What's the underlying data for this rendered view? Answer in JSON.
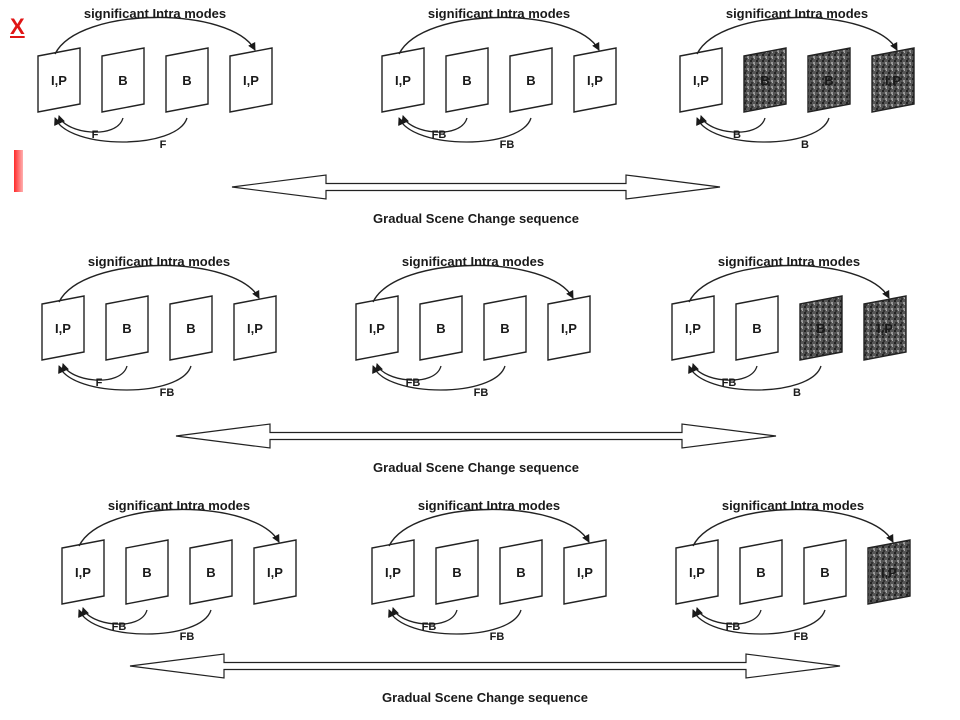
{
  "close_label": "X",
  "intra_label": "significant Intra modes",
  "sequence_label": "Gradual Scene Change sequence",
  "frame_labels": {
    "ip": "I,P",
    "b": "B"
  },
  "colors": {
    "accent": "#e01515",
    "ink": "#1a1a1a",
    "dark_frame": "#4a4a4a"
  },
  "rows": [
    {
      "groups": [
        {
          "frames": [
            "I,P",
            "B",
            "B",
            "I,P"
          ],
          "dark": [
            false,
            false,
            false,
            false
          ],
          "arcs": [
            "F",
            "F"
          ]
        },
        {
          "frames": [
            "I,P",
            "B",
            "B",
            "I,P"
          ],
          "dark": [
            false,
            false,
            false,
            false
          ],
          "arcs": [
            "FB",
            "FB"
          ]
        },
        {
          "frames": [
            "I,P",
            "B",
            "B",
            "I,P"
          ],
          "dark": [
            false,
            true,
            true,
            true
          ],
          "arcs": [
            "B",
            "B"
          ]
        }
      ]
    },
    {
      "groups": [
        {
          "frames": [
            "I,P",
            "B",
            "B",
            "I,P"
          ],
          "dark": [
            false,
            false,
            false,
            false
          ],
          "arcs": [
            "F",
            "FB"
          ]
        },
        {
          "frames": [
            "I,P",
            "B",
            "B",
            "I,P"
          ],
          "dark": [
            false,
            false,
            false,
            false
          ],
          "arcs": [
            "FB",
            "FB"
          ]
        },
        {
          "frames": [
            "I,P",
            "B",
            "B",
            "I,P"
          ],
          "dark": [
            false,
            false,
            true,
            true
          ],
          "arcs": [
            "FB",
            "B"
          ]
        }
      ]
    },
    {
      "groups": [
        {
          "frames": [
            "I,P",
            "B",
            "B",
            "I,P"
          ],
          "dark": [
            false,
            false,
            false,
            false
          ],
          "arcs": [
            "FB",
            "FB"
          ]
        },
        {
          "frames": [
            "I,P",
            "B",
            "B",
            "I,P"
          ],
          "dark": [
            false,
            false,
            false,
            false
          ],
          "arcs": [
            "FB",
            "FB"
          ]
        },
        {
          "frames": [
            "I,P",
            "B",
            "B",
            "I,P"
          ],
          "dark": [
            false,
            false,
            false,
            true
          ],
          "arcs": [
            "FB",
            "FB"
          ]
        }
      ]
    }
  ]
}
